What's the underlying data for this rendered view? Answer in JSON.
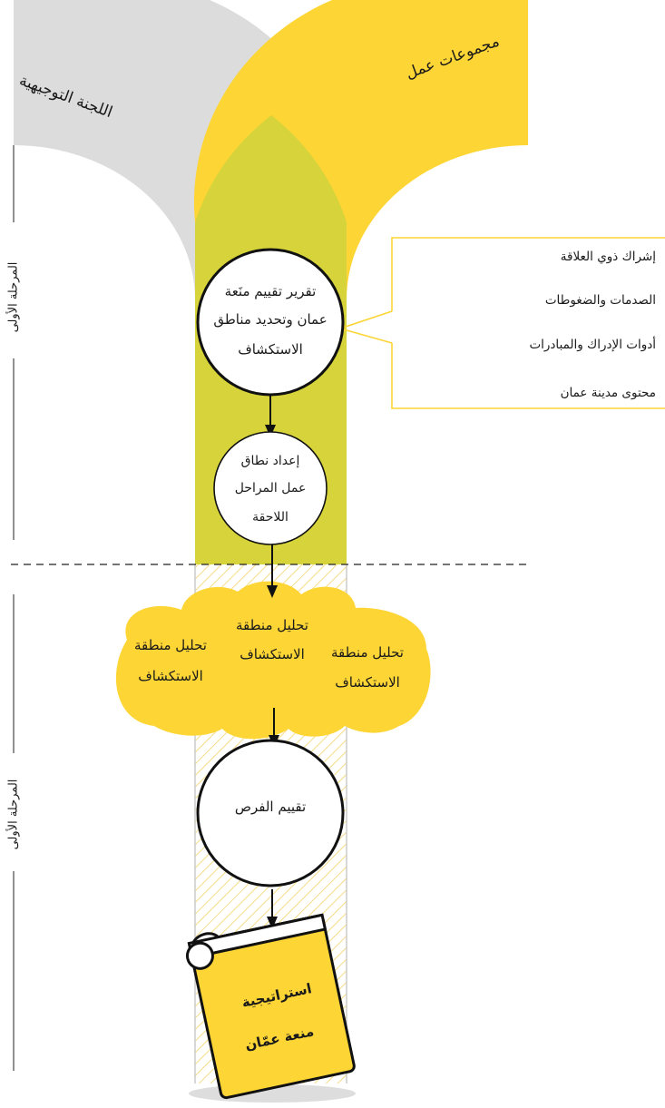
{
  "branches": {
    "left": "اللجنة التوجيهية",
    "right": "مجموعات عمل"
  },
  "side_labels": {
    "top": "المرحلة الأولى",
    "bottom": "المرحلة الأولى"
  },
  "nodes": {
    "report": [
      "تقرير تقييم منَعة",
      "عمان وتحديد مناطق",
      "الاستكشاف"
    ],
    "scope": [
      "إعداد نطاق",
      "عمل المراحل",
      "اللاحقة"
    ],
    "assessment": "تقييم الفرص"
  },
  "inputs_box": {
    "items": [
      "إشراك ذوي العلاقة",
      "الصدمات والضغوطات",
      "أدوات الإدراك والمبادرات",
      "محتوى مدينة عمان"
    ]
  },
  "cloud": {
    "left": [
      "تحليل منطقة",
      "الاستكشاف"
    ],
    "center": [
      "تحليل منطقة",
      "الاستكشاف"
    ],
    "right": [
      "تحليل منطقة",
      "الاستكشاف"
    ]
  },
  "book": {
    "title": [
      "استراتيجية",
      "منعة عمّان"
    ]
  },
  "colors": {
    "gray": "#dcdcdc",
    "yellow": "#fdd535",
    "olive": "#d6d43a",
    "hatch": "#f3d36a"
  }
}
